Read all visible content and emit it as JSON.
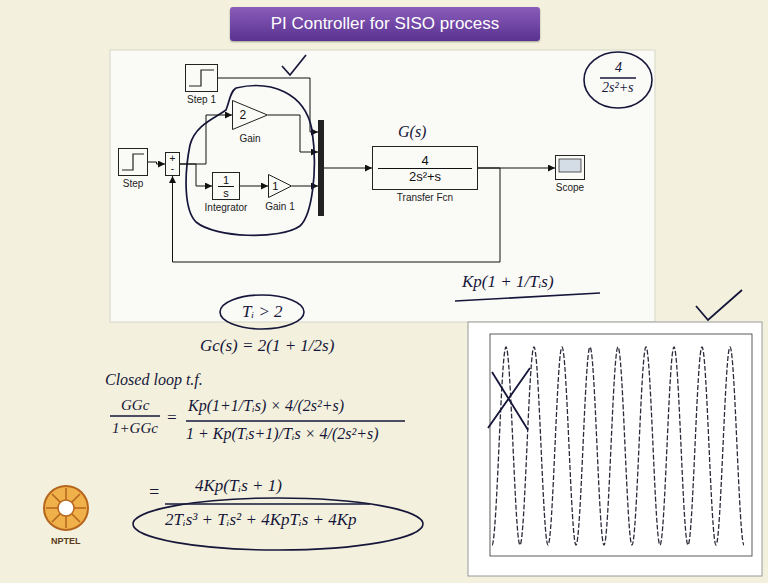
{
  "diagram": {
    "title": "PI Controller for SISO process",
    "nodes": [
      {
        "text": [
          "Step 1"
        ]
      },
      {
        "text": [
          "Step"
        ]
      },
      {
        "text": [
          "+",
          "-"
        ]
      },
      {
        "text": [
          "2",
          "Gain"
        ]
      },
      {
        "text": [
          "1",
          "s",
          "Integrator"
        ]
      },
      {
        "text": [
          "1",
          "Gain 1"
        ]
      },
      {
        "text": [
          "4",
          "2s²+s",
          "Transfer Fcn"
        ]
      },
      {
        "text": [
          "Scope"
        ]
      }
    ],
    "edges": [
      {
        "from": 1,
        "to": 2,
        "arrow": "to"
      },
      {
        "from": 2,
        "to": 3,
        "arrow": "to"
      },
      {
        "from": 2,
        "to": 4,
        "arrow": "to"
      },
      {
        "from": 4,
        "to": 5,
        "arrow": "to"
      },
      {
        "from": 6,
        "to": 7,
        "arrow": "to"
      },
      {
        "from": 6,
        "to": 2,
        "arrow": "to"
      }
    ],
    "labels": [
      "G(s)",
      "4",
      "2s²+s",
      "Tᵢ > 2",
      "Kp(1 + 1/Tᵢs)",
      "Gc(s) = 2(1 + 1/2s)",
      "Closed loop t.f.",
      "GGc",
      "1+GGc",
      "=",
      "Kp(1+1/Tᵢs) × 4/(2s²+s)",
      "1 + Kp(Tᵢs+1)/Tᵢs × 4/(2s²+s)",
      "=",
      "4Kp(Tᵢs + 1)",
      "2Tᵢs³ + Tᵢs² + 4KpTᵢs + 4Kp",
      "NPTEL"
    ]
  }
}
